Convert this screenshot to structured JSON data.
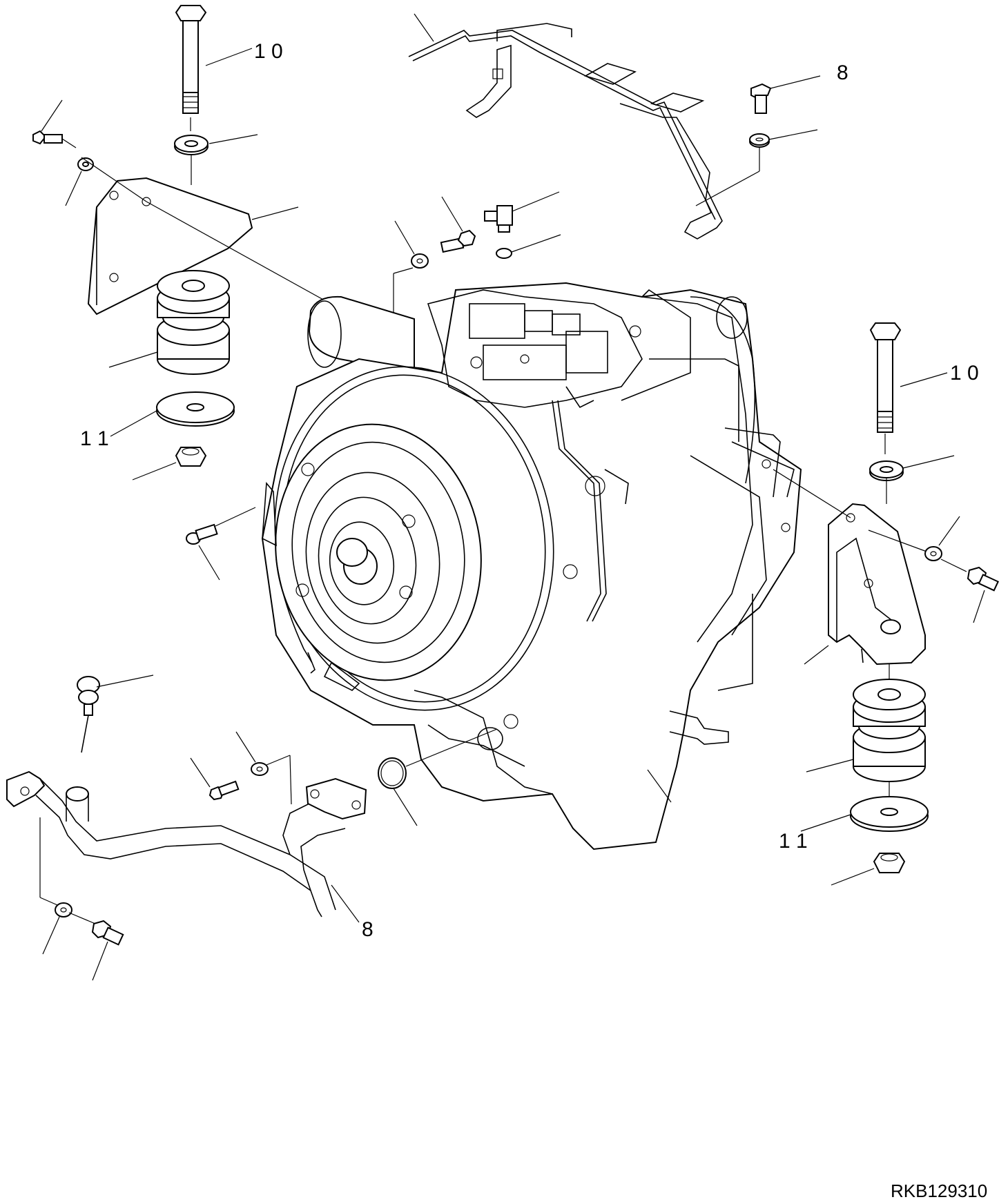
{
  "drawing": {
    "code": "RKB129310",
    "callouts": [
      {
        "id": "c1",
        "text": "1 0"
      },
      {
        "id": "c2",
        "text": "8"
      },
      {
        "id": "c3",
        "text": "1 0"
      },
      {
        "id": "c4",
        "text": "1 1"
      },
      {
        "id": "c5",
        "text": "1 1"
      },
      {
        "id": "c6",
        "text": "8"
      }
    ]
  }
}
